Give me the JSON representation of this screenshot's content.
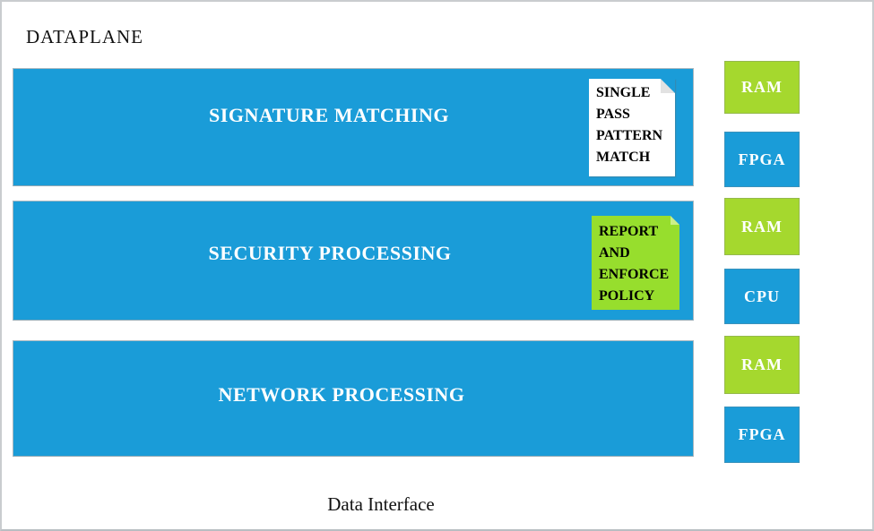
{
  "title": "DATAPLANE",
  "footer": "Data Interface",
  "palette": {
    "bar_blue": "#1a9cd8",
    "chip_green": "#a5d82e",
    "note_green": "#97de2d",
    "note_white": "#ffffff",
    "bar_text": "#ffffff",
    "note_text": "#000000",
    "page_border": "#c9cccf"
  },
  "bars": [
    {
      "label": "SIGNATURE MATCHING",
      "note": {
        "style": "white",
        "lines": [
          "SINGLE",
          "PASS",
          "PATTERN",
          "MATCH"
        ]
      }
    },
    {
      "label": "SECURITY PROCESSING",
      "note": {
        "style": "green",
        "lines": [
          "REPORT",
          "AND",
          "ENFORCE",
          "POLICY"
        ]
      }
    },
    {
      "label": "NETWORK PROCESSING"
    }
  ],
  "side_boxes": [
    {
      "label": "RAM",
      "color": "#a5d82e"
    },
    {
      "label": "FPGA",
      "color": "#1a9cd8"
    },
    {
      "label": "RAM",
      "color": "#a5d82e"
    },
    {
      "label": "CPU",
      "color": "#1a9cd8"
    },
    {
      "label": "RAM",
      "color": "#a5d82e"
    },
    {
      "label": "FPGA",
      "color": "#1a9cd8"
    }
  ]
}
